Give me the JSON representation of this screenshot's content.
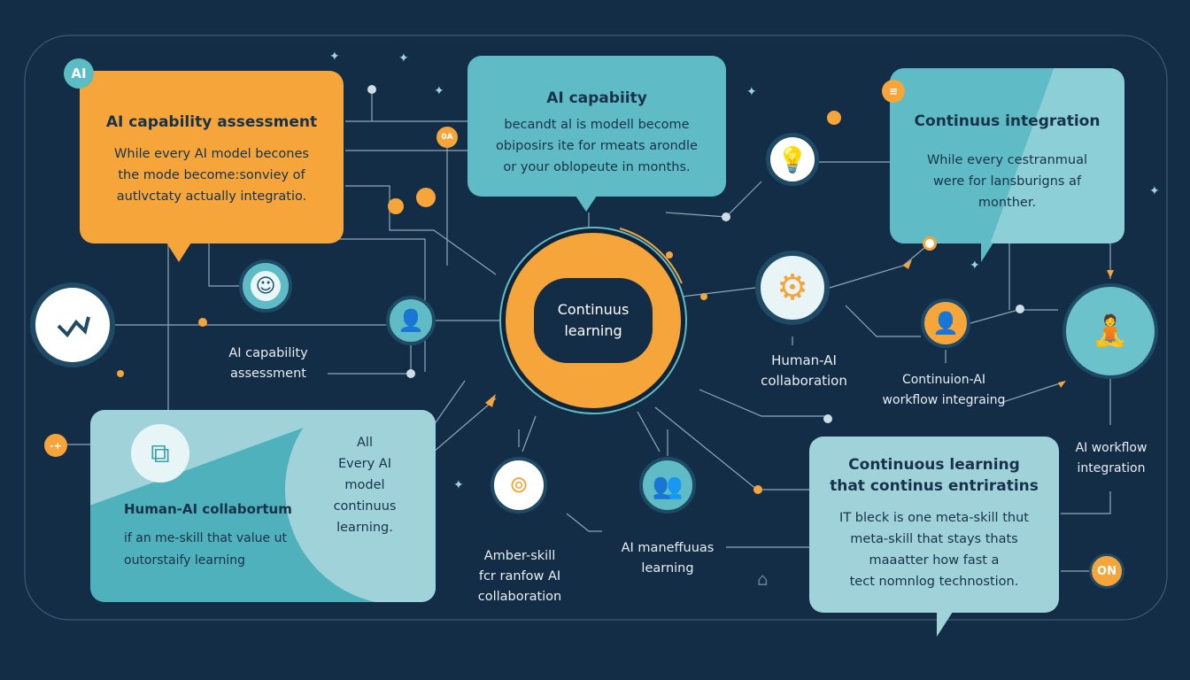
{
  "colors": {
    "background": "#142d47",
    "orange": "#f5a53a",
    "teal": "#5fbcc6",
    "light_teal": "#9fd3d9",
    "dark_text": "#17324a"
  },
  "badge": {
    "text": "AI"
  },
  "orange_box": {
    "title": "AI capability assessment",
    "lines": [
      "While every AI model becones",
      "the mode become:sonviey of",
      "autlvctaty actually integratio."
    ]
  },
  "top_box": {
    "title": "AI capabiity",
    "lines": [
      "becandt al is modell become",
      "obiposirs ite for rmeats arondle",
      "or your oblopeute in months."
    ]
  },
  "right_box": {
    "title": "Continuus integration",
    "lines": [
      "While every cestranmual",
      "were for lansburigns af",
      "monther."
    ]
  },
  "center": {
    "lines": [
      "Continuus",
      "learning"
    ]
  },
  "bottom_left_box": {
    "title": "Human-AI collabortum",
    "lines": [
      "if an me-skill that value ut",
      "outorstaify learning"
    ],
    "side_lines": [
      "All",
      "Every AI",
      "model",
      "continuus",
      "learning."
    ]
  },
  "bottom_right_box": {
    "title_lines": [
      "Continuous learning",
      "that continus entriratins"
    ],
    "lines": [
      "IT bleck is one meta-skill thut",
      "meta-skill that stays thats",
      "maaatter how fast a",
      "tect nomnlog technostion."
    ]
  },
  "labels": {
    "capability": [
      "AI capability",
      "assessment"
    ],
    "amber": [
      "Amber-skill",
      "fcr ranfow AI",
      "collaboration"
    ],
    "maneffuuas": [
      "AI maneffuuas",
      "learning"
    ],
    "human_ai": [
      "Human-AI",
      "collaboration"
    ],
    "continuion": [
      "Continuion-AI",
      "workflow integraing"
    ],
    "workflow": [
      "AI workflow",
      "integration"
    ]
  },
  "dots": {
    "oa": "0A",
    "on": "ON",
    "plus": "-+"
  },
  "icons": [
    "check-icon",
    "smiley-icon",
    "person-icon",
    "lightbulb-icon",
    "gear-icon",
    "user-icon",
    "meditation-icon",
    "amber-icon",
    "people-icon",
    "link-icon"
  ]
}
